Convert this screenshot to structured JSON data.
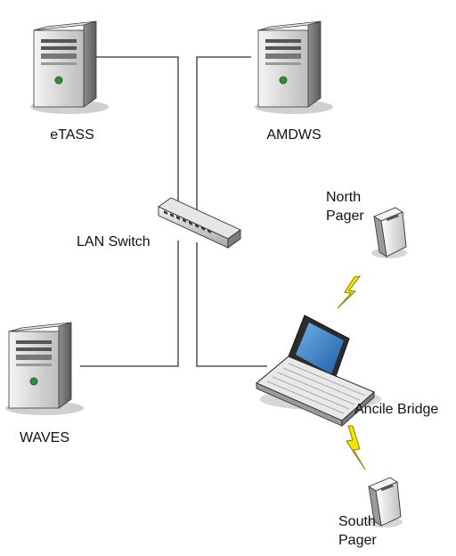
{
  "diagram": {
    "nodes": [
      {
        "id": "etass",
        "label": "eTASS",
        "icon": "server-tower-icon"
      },
      {
        "id": "amdws",
        "label": "AMDWS",
        "icon": "server-tower-icon"
      },
      {
        "id": "waves",
        "label": "WAVES",
        "icon": "server-tower-icon"
      },
      {
        "id": "lan_switch",
        "label": "LAN Switch",
        "icon": "network-switch-icon"
      },
      {
        "id": "ancile_bridge",
        "label": "Ancile Bridge",
        "icon": "laptop-icon"
      },
      {
        "id": "north_pager",
        "label_line1": "North",
        "label_line2": "Pager",
        "icon": "pager-icon"
      },
      {
        "id": "south_pager",
        "label_line1": "South",
        "label_line2": "Pager",
        "icon": "pager-icon"
      }
    ],
    "links": [
      {
        "from": "etass",
        "to": "lan_switch",
        "kind": "wired"
      },
      {
        "from": "amdws",
        "to": "lan_switch",
        "kind": "wired"
      },
      {
        "from": "waves",
        "to": "lan_switch",
        "kind": "wired"
      },
      {
        "from": "lan_switch",
        "to": "ancile_bridge",
        "kind": "wired"
      },
      {
        "from": "ancile_bridge",
        "to": "north_pager",
        "kind": "wireless"
      },
      {
        "from": "ancile_bridge",
        "to": "south_pager",
        "kind": "wireless"
      }
    ],
    "colors": {
      "wire": "#333333",
      "lightning": "#f2e600",
      "lightning_outline": "#8a7f00",
      "server_body": "#d8d8d8",
      "shadow": "#d0d0d0"
    }
  }
}
